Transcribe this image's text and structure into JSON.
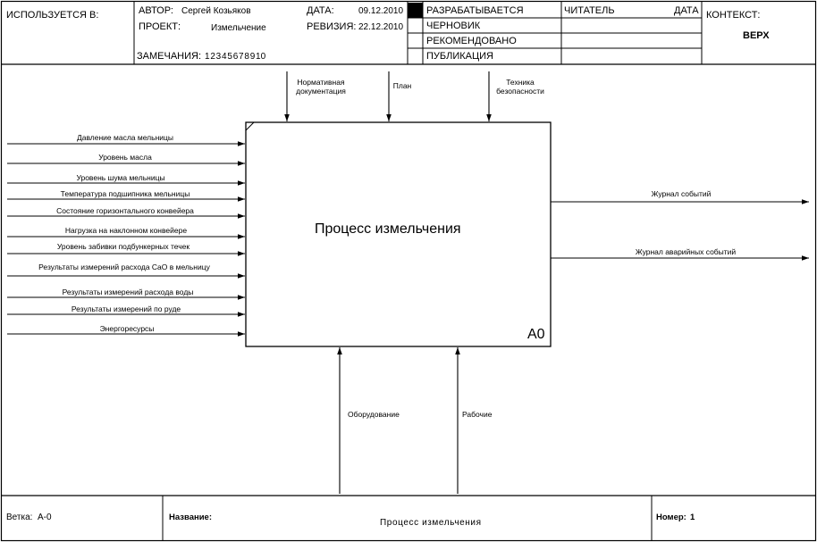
{
  "header": {
    "used_in": "ИСПОЛЬЗУЕТСЯ В:",
    "author_label": "АВТОР:",
    "author": "Сергей Козьяков",
    "project_label": "ПРОЕКТ:",
    "project": "Измельчение",
    "date_label": "ДАТА:",
    "date": "09.12.2010",
    "revision_label": "РЕВИЗИЯ:",
    "revision": "22.12.2010",
    "notes_label": "ЗАМЕЧАНИЯ:",
    "notes_numbers": "1  2  3  4  5  6  7  8  9  10",
    "status_items": [
      "РАЗРАБАТЫВАЕТСЯ",
      "ЧЕРНОВИК",
      "РЕКОМЕНДОВАНО",
      "ПУБЛИКАЦИЯ"
    ],
    "reader_label": "ЧИТАТЕЛЬ",
    "reader_date_label": "ДАТА",
    "context_label": "КОНТЕКСТ:",
    "context_value": "ВЕРХ"
  },
  "diagram": {
    "box_title": "Процесс измельчения",
    "box_number": "A0",
    "controls": [
      {
        "text": "Нормативная\nдокументация"
      },
      {
        "text": "План"
      },
      {
        "text": "Техника\nбезопасности"
      }
    ],
    "inputs": [
      "Давление масла мельницы",
      "Уровень масла",
      "Уровень шума мельницы",
      "Температура подшипника мельницы",
      "Состояние горизонтального конвейера",
      "Нагрузка на наклонном конвейере",
      "Уровень забивки подбункерных течек",
      "Результаты измерений расхода CaO в мельницу",
      "Результаты измерений расхода воды",
      "Результаты измерений по руде",
      "Энергоресурсы"
    ],
    "outputs": [
      "Журнал событий",
      "Журнал аварийных событий"
    ],
    "mechanisms": [
      "Оборудование",
      "Рабочие"
    ]
  },
  "footer": {
    "branch_label": "Ветка:",
    "branch_value": "A-0",
    "name_label": "Название:",
    "name_value": "Процесс измельчения",
    "number_label": "Номер:",
    "number_value": "1"
  }
}
